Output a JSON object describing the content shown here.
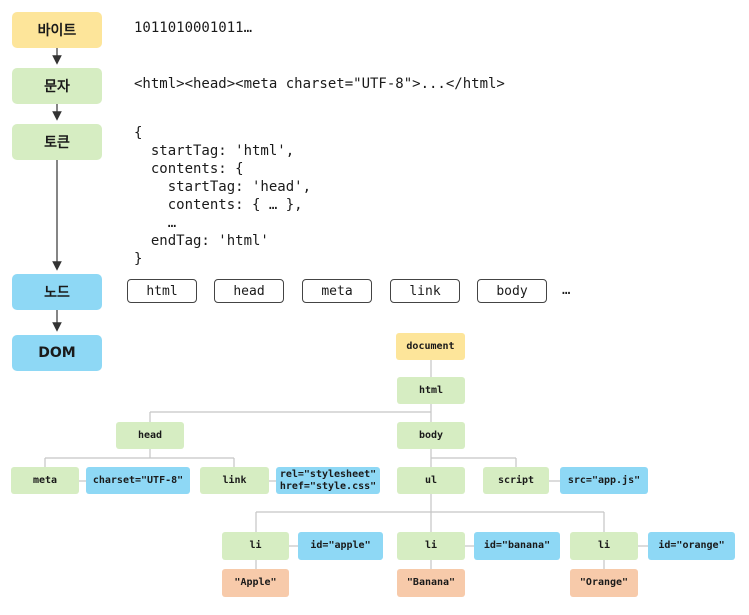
{
  "stages": {
    "bytes": "바이트",
    "chars": "문자",
    "tokens": "토큰",
    "nodes": "노드",
    "dom": "DOM"
  },
  "bytes_text": "1011010001011…",
  "chars_text": "<html><head><meta charset=\"UTF-8\">...</html>",
  "token_lines": [
    "{",
    "  startTag: 'html',",
    "  contents: {",
    "    startTag: 'head',",
    "    contents: { … },",
    "    …",
    "  endTag: 'html'",
    "}"
  ],
  "node_list": [
    "html",
    "head",
    "meta",
    "link",
    "body"
  ],
  "node_ellipsis": "…",
  "tree": {
    "document": "document",
    "html": "html",
    "head": "head",
    "body": "body",
    "meta": "meta",
    "meta_attr": "charset=\"UTF-8\"",
    "link": "link",
    "link_attr_1": "rel=\"stylesheet\"",
    "link_attr_2": "href=\"style.css\"",
    "ul": "ul",
    "script": "script",
    "script_attr": "src=\"app.js\"",
    "li": [
      "li",
      "li",
      "li"
    ],
    "li_attrs": [
      "id=\"apple\"",
      "id=\"banana\"",
      "id=\"orange\""
    ],
    "li_texts": [
      "\"Apple\"",
      "\"Banana\"",
      "\"Orange\""
    ]
  },
  "colors": {
    "yellow": "#fde59a",
    "green": "#d6edc2",
    "blue": "#8ed8f5",
    "orange": "#f7caaa"
  }
}
